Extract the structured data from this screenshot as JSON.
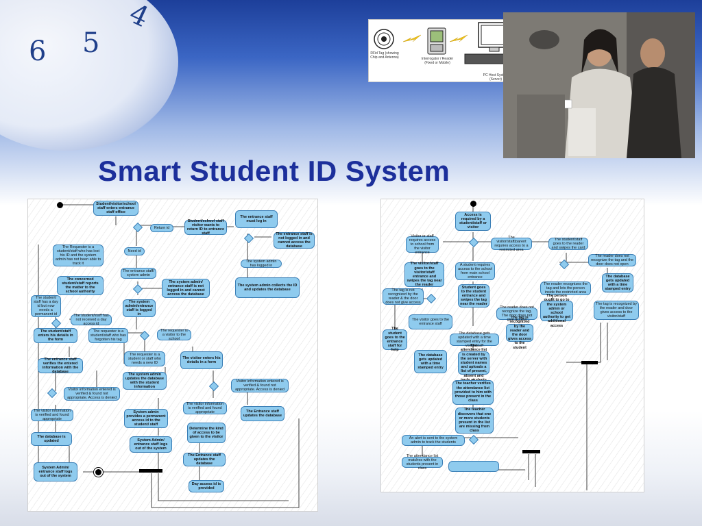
{
  "slide": {
    "title": "Smart Student ID System",
    "background_colors": {
      "top": "#1d3f9a",
      "mid": "#9fb8e6",
      "bottom": "#d8dde8"
    }
  },
  "clock": {
    "numbers": [
      "6",
      "5",
      "4"
    ]
  },
  "rfid_figure": {
    "labels": {
      "tag": "RFid Tag (showing Chip and Antenna)",
      "reader": "Interrogator / Reader (Fixed or Mobile)",
      "host": "PC Host System (Server)"
    }
  },
  "photo": {
    "alt": "student scanning ID card"
  },
  "left_diagram": {
    "nodes": [
      {
        "id": "l1",
        "text": "Student/visitor/school staff enters entrance staff office"
      },
      {
        "id": "l2",
        "text": "The entrance staff must log in"
      },
      {
        "id": "l3",
        "text": "Return id"
      },
      {
        "id": "l4",
        "text": "Student/school staff visitor wants to return ID to entrance staff"
      },
      {
        "id": "l5",
        "text": "The entrance staff is not logged in and cannot access the database"
      },
      {
        "id": "l6",
        "text": "The Requester is a student/staff who has lost his ID and the system admin has not been able to track it"
      },
      {
        "id": "l7",
        "text": "Need id"
      },
      {
        "id": "l8",
        "text": "The system admin has logged in"
      },
      {
        "id": "l9",
        "text": "The entrance staff/ system admin"
      },
      {
        "id": "l10",
        "text": "The concerned student/staff reports the matter to the school authority"
      },
      {
        "id": "l11",
        "text": "The system admin/ entrance staff is not logged in and cannot access the database"
      },
      {
        "id": "l12",
        "text": "The system admin collects the ID and updates the database"
      },
      {
        "id": "l13",
        "text": "The student/ staff has a day id but now needs a permanent id"
      },
      {
        "id": "l14",
        "text": "The system admin/entrance staff is logged in"
      },
      {
        "id": "l15",
        "text": "The student/staff has not received a day access id"
      },
      {
        "id": "l16",
        "text": "The student/staff enters his details in the form"
      },
      {
        "id": "l17",
        "text": "The requester is a student/staff who has forgotten his tag"
      },
      {
        "id": "l18",
        "text": "The requester is a visitor to the school"
      },
      {
        "id": "l19",
        "text": "The requester is a student or staff who needs a new ID"
      },
      {
        "id": "l20",
        "text": "The visitor enters his details in a form"
      },
      {
        "id": "l21",
        "text": "The entrance staff verifies the entered information with the database"
      },
      {
        "id": "l22",
        "text": "The system admin updates the database with the student information"
      },
      {
        "id": "l23",
        "text": "Visitor information entered is verified & found not appropriate. Access is denied"
      },
      {
        "id": "l24",
        "text": "Visitor information entered is verified & found not appropriate. Access is denied"
      },
      {
        "id": "l25",
        "text": "The visitor information is verified and found appropriate"
      },
      {
        "id": "l26",
        "text": "The visitor information is verified and found appropriate"
      },
      {
        "id": "l27",
        "text": "The Entrance staff updates the database"
      },
      {
        "id": "l28",
        "text": "System admin provides a permanent access id to the student/ staff"
      },
      {
        "id": "l29",
        "text": "Determine the kind of access to be given to the visitor"
      },
      {
        "id": "l30",
        "text": "The database is updated"
      },
      {
        "id": "l31",
        "text": "System Admin/ entrance staff logs out of the system"
      },
      {
        "id": "l32",
        "text": "The Entrance staff updates the database"
      },
      {
        "id": "l33",
        "text": "System Admin/ entrance staff logs out of the system"
      },
      {
        "id": "l34",
        "text": "Day access id is provided"
      }
    ]
  },
  "right_diagram": {
    "nodes": [
      {
        "id": "r1",
        "text": "Access is required by a student/staff or visitor"
      },
      {
        "id": "r2",
        "text": "Visitor or staff requires access to school from the visitor entrance"
      },
      {
        "id": "r3",
        "text": "The visitor/staff/parent requires access to a restricted area"
      },
      {
        "id": "r4",
        "text": "The student/staff goes to the reader and swipes the card"
      },
      {
        "id": "r5",
        "text": "The visitor/staff goes to the visitor/staff entrance and swipes the tag near the reader"
      },
      {
        "id": "r6",
        "text": "A student requires access to the school from main school entrance"
      },
      {
        "id": "r7",
        "text": "The reader does not recognize the tag and the door does not open"
      },
      {
        "id": "r8",
        "text": "The tag is not recognized by the reader & the door does not give access"
      },
      {
        "id": "r9",
        "text": "Student goes to the student entrance and swipes the tag near the reader"
      },
      {
        "id": "r10",
        "text": "The reader recognizes the tag and lets the person inside the restricted area"
      },
      {
        "id": "r11",
        "text": "The database gets updated with a time stamped entry"
      },
      {
        "id": "r12",
        "text": "The reader does not recognize the tag. The door does not give access"
      },
      {
        "id": "r13",
        "text": "The person ought to go to the system admin or school authority to get additional access"
      },
      {
        "id": "r14",
        "text": "The tag is recognized by the reader and door gives access to the visitor/staff"
      },
      {
        "id": "r15",
        "text": "The visitor goes to the entrance staff"
      },
      {
        "id": "r16",
        "text": "The student goes to the entrance staff for help"
      },
      {
        "id": "r17",
        "text": "The tag is recognized by the reader and the door gives access to the student"
      },
      {
        "id": "r18",
        "text": "The database gets updated with a time stamped entry for the visitor/staff"
      },
      {
        "id": "r19",
        "text": "The database gets updated with a time stamped entry"
      },
      {
        "id": "r20",
        "text": "The attendance list is created by the server with student names and uploads a list of present, absent and tardy students"
      },
      {
        "id": "r21",
        "text": "The teacher verifies the attendance list provided to him with those present in the class"
      },
      {
        "id": "r22",
        "text": "The teacher discovers that one or more students present in the list are missing from class"
      },
      {
        "id": "r23",
        "text": "An alert is sent to the system admin to track the students"
      },
      {
        "id": "r24",
        "text": "The attendance list matches with the students present in class"
      }
    ]
  }
}
